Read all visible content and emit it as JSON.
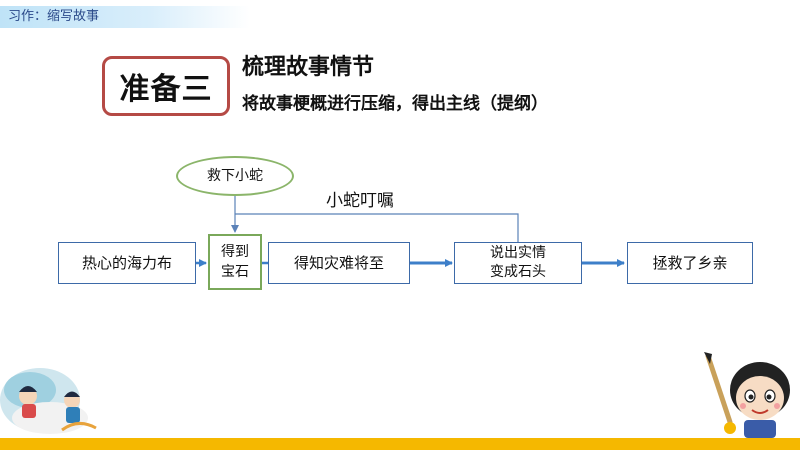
{
  "header": {
    "label": "习作：缩写故事"
  },
  "title": {
    "badge": "准备三",
    "main": "梳理故事情节",
    "sub": "将故事梗概进行压缩，得出主线（提纲）"
  },
  "diagram": {
    "nodes": {
      "hailibu": "热心的海力布",
      "rescue_snake": "救下小蛇",
      "gem_line1": "得到",
      "gem_line2": "宝石",
      "disaster": "得知灾难将至",
      "truth_line1": "说出实情",
      "truth_line2": "变成石头",
      "saved": "拯救了乡亲"
    },
    "edge_label": "小蛇叮嘱"
  },
  "colors": {
    "node_border": "#3d6aa8",
    "arrow": "#3d7fc9",
    "ellipse_border": "#8bb56a",
    "badge_border": "#b54a45",
    "footer": "#f5b800"
  },
  "decorations": {
    "left": "illustration-girl-cloud",
    "right": "illustration-boy-brush"
  }
}
